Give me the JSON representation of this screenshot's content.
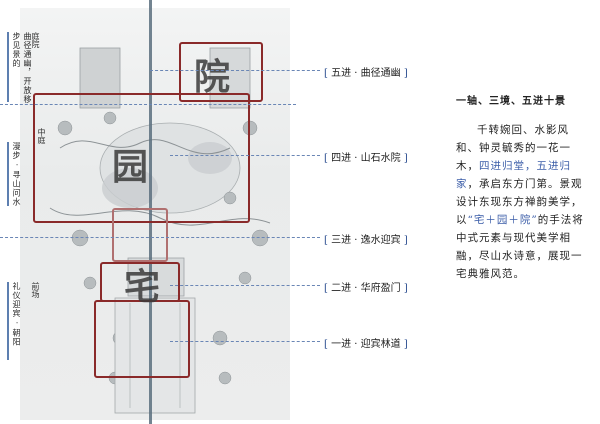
{
  "big_chars": {
    "courtyard": "院",
    "garden": "园",
    "house": "宅"
  },
  "left_labels": {
    "top": "庭院",
    "top_sub": "曲径通幽，开放移步见景的",
    "mid": "中庭",
    "mid_sub": "漫步 · 寻山问水",
    "bottom": "前场",
    "bottom_sub": "礼仪迎宾 · 朝阳"
  },
  "stages": [
    {
      "label": "五进 · 曲径通幽"
    },
    {
      "label": "四进 · 山石水院"
    },
    {
      "label": "三进 · 逸水迎宾"
    },
    {
      "label": "二进 · 华府盈门"
    },
    {
      "label": "一进 · 迎宾林道"
    }
  ],
  "side": {
    "title": "一轴、三境、五进十景",
    "p1": "千转婉回、水影风和、钟灵毓秀的一花一木，",
    "p_blue1": "四进归堂，五进归家",
    "p2": "，承启东方门第。景观设计东现东方禅韵美学，以",
    "p_blue2": "“宅＋园＋院”",
    "p3": "的手法将中式元素与现代美学相融，尽山水诗意，展现一宅典雅风范。"
  },
  "colors": {
    "frame": "#8a2a2a",
    "axis": "#5a6e7e",
    "accent_blue": "#3b5da8"
  }
}
